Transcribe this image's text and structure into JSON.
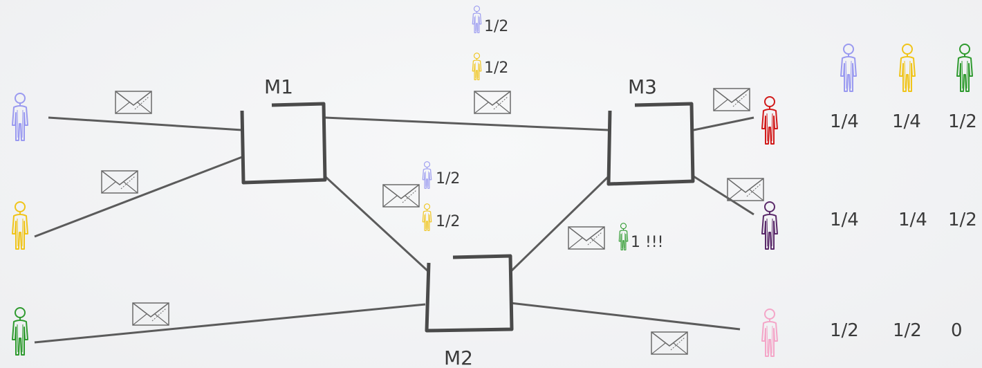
{
  "nodes": {
    "m1": "M1",
    "m2": "M2",
    "m3": "M3"
  },
  "colors": {
    "blue": "#9a9af0",
    "yellow": "#f0c419",
    "green": "#2e9a2e",
    "red": "#d11a1a",
    "purple": "#5a2a6a",
    "pink": "#f4a6c8",
    "line": "#5b5b5b",
    "box": "#4a4a4a"
  },
  "link_labels": {
    "m1_m3_blue": "1/2",
    "m1_m3_yellow": "1/2",
    "m1_m2_blue": "1/2",
    "m1_m2_yellow": "1/2",
    "m2_m3_green": "1 !!!"
  },
  "table": {
    "header_icons": [
      "blue-person-icon",
      "yellow-person-icon",
      "green-person-icon"
    ],
    "rows": [
      {
        "receiver": "red-person-icon",
        "values": [
          "1/4",
          "1/4",
          "1/2"
        ]
      },
      {
        "receiver": "purple-person-icon",
        "values": [
          "1/4",
          "1/4",
          "1/2"
        ]
      },
      {
        "receiver": "pink-person-icon",
        "values": [
          "1/2",
          "1/2",
          "0"
        ]
      }
    ]
  }
}
